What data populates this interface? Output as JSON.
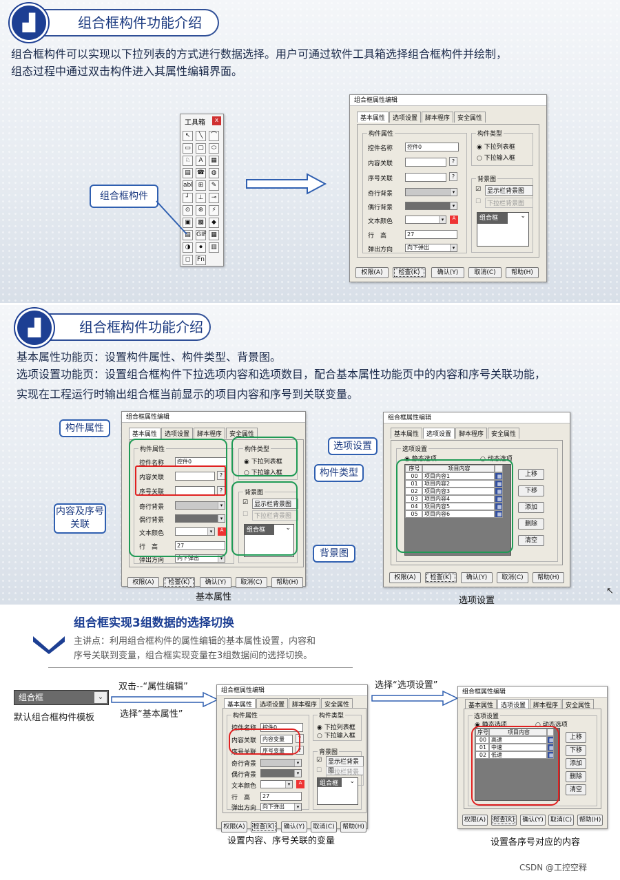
{
  "section1": {
    "title": "组合框构件功能介绍",
    "intro": "组合框构件可以实现以下拉列表的方式进行数据选择。用户可通过软件工具箱选择组合框构件并绘制，",
    "intro2": "组态过程中通过双击构件进入其属性编辑界面。",
    "callout": "组合框构件"
  },
  "toolbox": {
    "title": "工具箱",
    "close": "x",
    "tools": [
      "↖",
      "╲",
      "⌒",
      "▭",
      "▢",
      "⬭",
      "♘",
      "A",
      "▦",
      "▤",
      "☎",
      "◍",
      "abl",
      "⊞",
      "✎",
      "┘",
      "⊥",
      "⊸",
      "⊙",
      "⊛",
      "⚡",
      "▣",
      "▩",
      "◆",
      "▤",
      "GIF",
      "▦",
      "◑",
      "⏺",
      "▥",
      "◻",
      "Fn"
    ]
  },
  "dialog": {
    "title": "组合框属性编辑",
    "tabs": [
      "基本属性",
      "选项设置",
      "脚本程序",
      "安全属性"
    ],
    "grp_props": "构件属性",
    "lbl_name": "控件名称",
    "val_name": "控件0",
    "lbl_content": "内容关联",
    "lbl_index": "序号关联",
    "lbl_odd": "奇行背景",
    "lbl_even": "偶行背景",
    "lbl_color": "文本颜色",
    "lbl_row": "行　高",
    "val_row": "27",
    "lbl_dir": "弹出方向",
    "val_dir": "向下弹出",
    "grp_type": "构件类型",
    "opt_list": "下拉列表框",
    "opt_input": "下拉输入框",
    "grp_bg": "背景图",
    "chk_show": "显示栏背景图",
    "chk_drop": "下拉栏背景图",
    "preview": "组合框",
    "q": "?",
    "btns": [
      "权限(A)",
      "检查(K)",
      "确认(Y)",
      "取消(C)",
      "帮助(H)"
    ]
  },
  "section2": {
    "title": "组合框构件功能介绍",
    "line1": "基本属性功能页：设置构件属性、构件类型、背景图。",
    "line2": "选项设置功能页：设置组合框构件下拉选项内容和选项数目，配合基本属性功能页中的内容和序号关联功能，",
    "line3": "实现在工程运行时输出组合框当前显示的项目内容和序号到关联变量。",
    "co_props": "构件属性",
    "co_link": "内容及序号关联",
    "co_opts": "选项设置",
    "co_type": "构件类型",
    "co_bg": "背景图",
    "cap_basic": "基本属性",
    "cap_opts": "选项设置"
  },
  "options": {
    "grp": "选项设置",
    "static": "静态选项",
    "dynamic": "动态选项",
    "col_no": "序号",
    "col_item": "项目内容",
    "rows": [
      [
        "00",
        "项目内容1"
      ],
      [
        "01",
        "项目内容2"
      ],
      [
        "02",
        "项目内容3"
      ],
      [
        "03",
        "项目内容4"
      ],
      [
        "04",
        "项目内容5"
      ],
      [
        "05",
        "项目内容6"
      ]
    ],
    "side": [
      "上移",
      "下移",
      "添加",
      "删除",
      "清空"
    ]
  },
  "section3": {
    "title": "组合框实现3组数据的选择切换",
    "desc1": "主讲点：利用组合框构件的属性编辑的基本属性设置，内容和",
    "desc2": "序号关联到变量，组合框实现变量在3组数据间的选择切换。",
    "combo": "组合框",
    "combo_cap": "默认组合框构件模板",
    "arrow1_top": "双击--“属性编辑”",
    "arrow1_bot": "选择“基本属性”",
    "arrow2_top": "选择“选项设置”",
    "val_content": "内容变量",
    "val_index": "序号变量",
    "cap_left": "设置内容、序号关联的变量",
    "cap_right": "设置各序号对应的内容",
    "rows": [
      [
        "00",
        "高速"
      ],
      [
        "01",
        "中速"
      ],
      [
        "02",
        "低速"
      ]
    ]
  },
  "watermark": "CSDN @工控空释"
}
